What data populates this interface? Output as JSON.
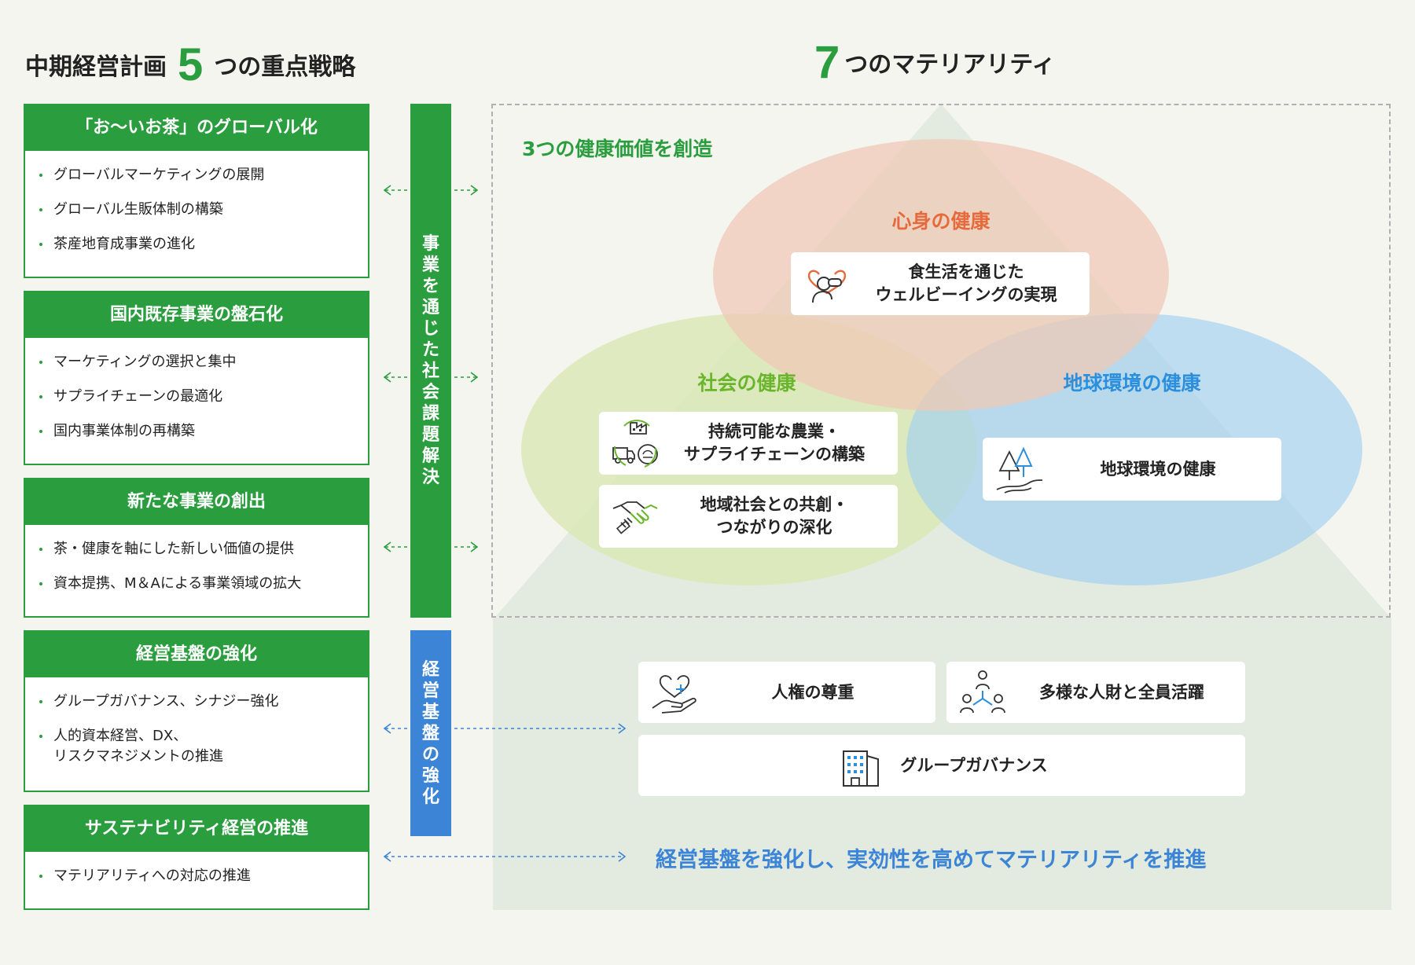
{
  "left_heading": {
    "prefix": "中期経営計画",
    "number": "5",
    "suffix": "つの重点戦略"
  },
  "right_heading": {
    "number": "7",
    "suffix": "つのマテリアリティ"
  },
  "strategies": [
    {
      "title": "「お〜いお茶」のグローバル化",
      "items": [
        "グローバルマーケティングの展開",
        "グローバル生販体制の構築",
        "茶産地育成事業の進化"
      ]
    },
    {
      "title": "国内既存事業の盤石化",
      "items": [
        "マーケティングの選択と集中",
        "サプライチェーンの最適化",
        "国内事業体制の再構築"
      ]
    },
    {
      "title": "新たな事業の創出",
      "items": [
        "茶・健康を軸にした新しい価値の提供",
        "資本提携、M＆Aによる事業領域の拡大"
      ]
    },
    {
      "title": "経営基盤の強化",
      "items": [
        "グループガバナンス、シナジー強化",
        "人的資本経営、DX、",
        "リスクマネジメントの推進"
      ]
    },
    {
      "title": "サステナビリティ経営の推進",
      "items": [
        "マテリアリティへの対応の推進"
      ]
    }
  ],
  "vbar_green": [
    "事",
    "業",
    "を",
    "通",
    "じ",
    "た",
    "社",
    "会",
    "課",
    "題",
    "解",
    "決"
  ],
  "vbar_blue": [
    "経",
    "営",
    "基",
    "盤",
    "の",
    "強",
    "化"
  ],
  "health_subtitle": "3つの健康価値を創造",
  "circles": {
    "mind": {
      "label": "心身の健康",
      "color": "#e66a3c"
    },
    "society": {
      "label": "社会の健康",
      "color": "#6ab52c"
    },
    "earth": {
      "label": "地球環境の健康",
      "color": "#2b8fde"
    }
  },
  "materiality": {
    "wellbeing": [
      "食生活を通じた",
      "ウェルビーイングの実現"
    ],
    "agriculture": [
      "持続可能な農業・",
      "サプライチェーンの構築"
    ],
    "community": [
      "地域社会との共創・",
      "つながりの深化"
    ],
    "environment": "地球環境の健康",
    "human_rights": "人権の尊重",
    "diversity": "多様な人財と全員活躍",
    "governance": "グループガバナンス"
  },
  "footer": "経営基盤を強化し、実効性を高めてマテリアリティを推進",
  "colors": {
    "green": "#2a9d3e",
    "blue": "#3b84d6",
    "icon_red": "#e66a3c",
    "icon_green": "#6ab52c",
    "icon_blue": "#2b8fde"
  }
}
